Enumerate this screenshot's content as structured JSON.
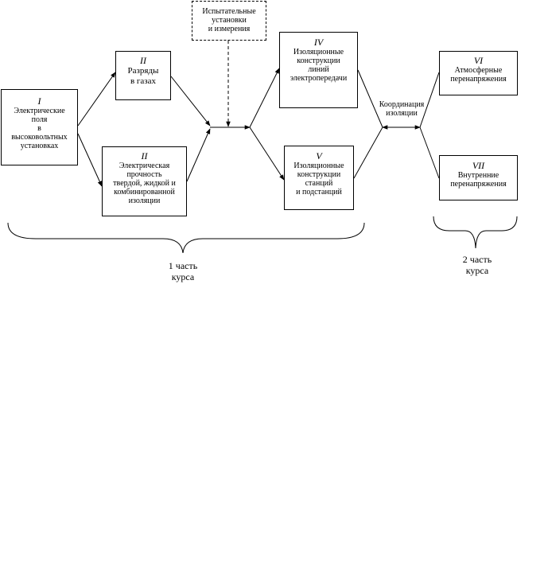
{
  "boxes": {
    "b1": {
      "num": "I",
      "lines": [
        "Электрические",
        "поля",
        "в",
        "высоковольтных",
        "установках"
      ]
    },
    "b2": {
      "num": "II",
      "lines": [
        "Разряды",
        "в газах"
      ]
    },
    "b3": {
      "num": "II",
      "lines": [
        "Электрическая",
        "прочность",
        "твердой, жидкой и",
        "комбинированной",
        "изоляции"
      ]
    },
    "test": {
      "lines": [
        "Испытательные",
        "установки",
        "и измерения"
      ]
    },
    "b4": {
      "num": "IV",
      "lines": [
        "Изоляционные",
        "конструкции",
        "линий",
        "электропередачи"
      ]
    },
    "b5": {
      "num": "V",
      "lines": [
        "Изоляционные",
        "конструкции",
        "станций",
        "и подстанций"
      ]
    },
    "b6": {
      "num": "VI",
      "lines": [
        "Атмосферные",
        "перенапряжения"
      ]
    },
    "b7": {
      "num": "VII",
      "lines": [
        "Внутренние",
        "перенапряжения"
      ]
    }
  },
  "coordination": [
    "Координация",
    "изоляции"
  ],
  "course1": [
    "1 часть",
    "курса"
  ],
  "course2": [
    "2 часть",
    "курса"
  ]
}
